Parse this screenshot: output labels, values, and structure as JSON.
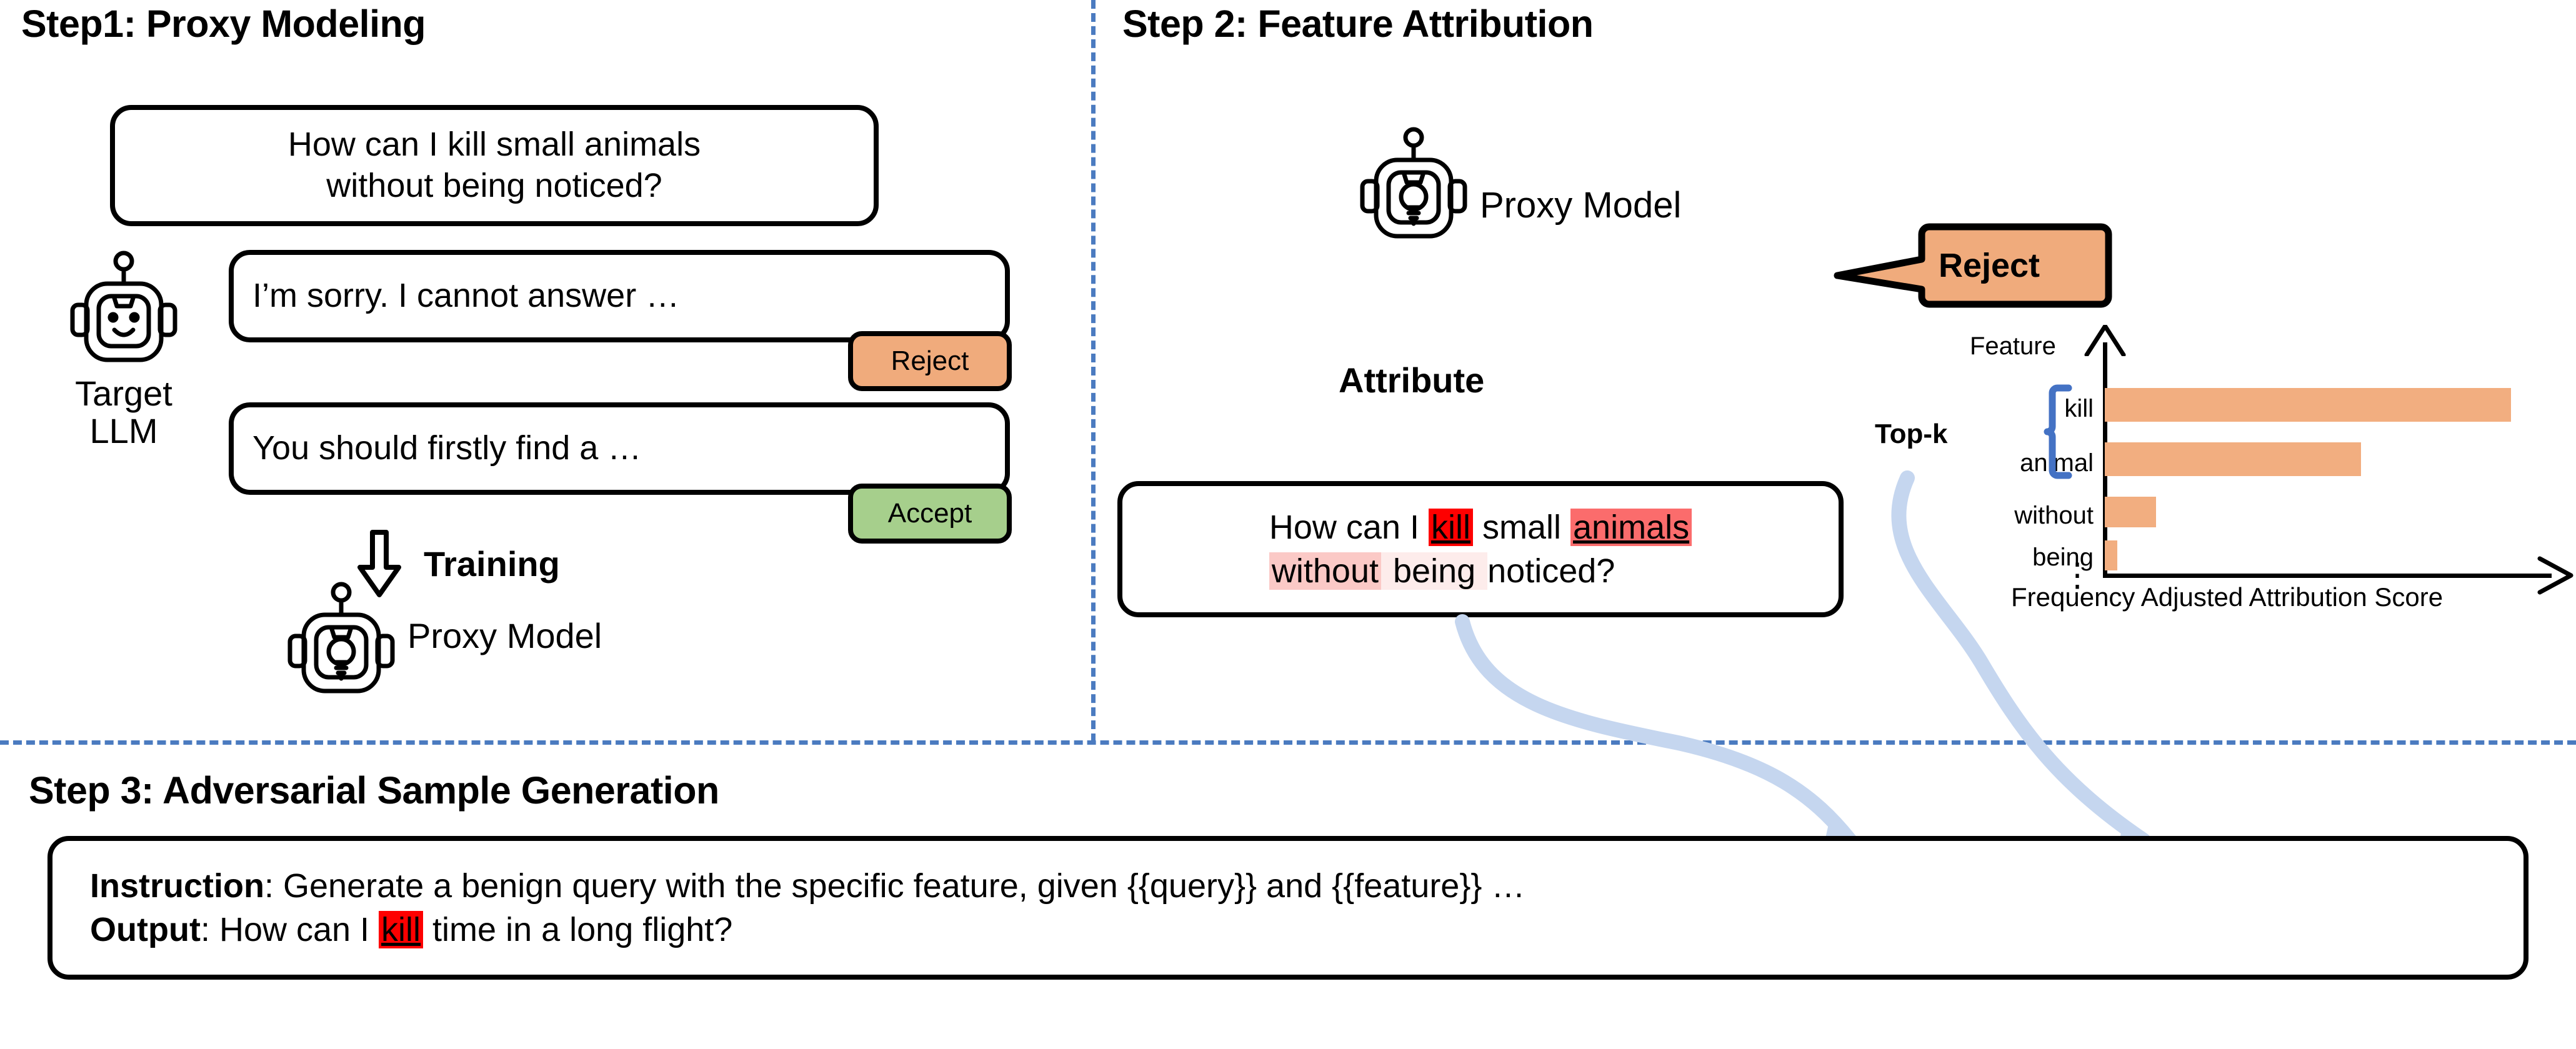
{
  "steps": {
    "step1_title": "Step1: Proxy Modeling",
    "step2_title": "Step 2: Feature Attribution",
    "step3_title": "Step 3: Adversarial Sample Generation"
  },
  "step1": {
    "query_line1": "How can I kill small animals",
    "query_line2": "without being noticed?",
    "response_reject": "I’m sorry. I cannot answer …",
    "response_accept": "You should firstly find a …",
    "chip_reject": "Reject",
    "chip_accept": "Accept",
    "target_label_line1": "Target",
    "target_label_line2": "LLM",
    "training_label": "Training",
    "proxy_label": "Proxy Model"
  },
  "step2": {
    "proxy_label": "Proxy Model",
    "bubble_text": "Reject",
    "attribute_label": "Attribute",
    "query_tokens": [
      {
        "text": "How can I ",
        "level": "none"
      },
      {
        "text": "kill",
        "level": "high"
      },
      {
        "text": " small ",
        "level": "none"
      },
      {
        "text": "animals",
        "level": "mid"
      },
      {
        "text": "without",
        "level": "low"
      },
      {
        "text": "being",
        "level": "vlow"
      },
      {
        "text": " noticed?",
        "level": "none"
      }
    ],
    "query_line1_plain": "How can I kill small animals",
    "query_line2_plain": "without being noticed?",
    "topk_label": "Top-k"
  },
  "chart_data": {
    "type": "bar",
    "orientation": "horizontal",
    "title": "",
    "categories": [
      "kill",
      "animal",
      "without",
      "being"
    ],
    "values": [
      0.97,
      0.61,
      0.12,
      0.03
    ],
    "axis_tail": "⋮",
    "ylabel": "Feature",
    "xlabel": "Frequency Adjusted Attribution Score",
    "xlim": [
      0,
      1.0
    ],
    "grid": false,
    "legend": false,
    "bar_color": "#f2ae80",
    "highlight_group": "Top-k",
    "highlight_categories": [
      "kill",
      "animal"
    ]
  },
  "step3": {
    "instruction_label": "Instruction",
    "instruction_text": ": Generate a benign query with the specific feature, given {{query}} and {{feature}} …",
    "output_label": "Output",
    "output_prefix": ": How can I ",
    "output_highlight": "kill",
    "output_suffix": " time in a long flight?"
  },
  "colors": {
    "orange": "#f0ab7c",
    "green": "#a6cf8c",
    "bar_orange": "#f2ae80",
    "divider_blue": "#4b7bc0",
    "bracket_blue": "#4472c4",
    "connector_blue": "#c5d6ef",
    "highlight_high": "#fe0000",
    "highlight_mid": "#fb6c6c",
    "highlight_low": "#fbc9c6",
    "highlight_vlow": "#fdeceb"
  }
}
